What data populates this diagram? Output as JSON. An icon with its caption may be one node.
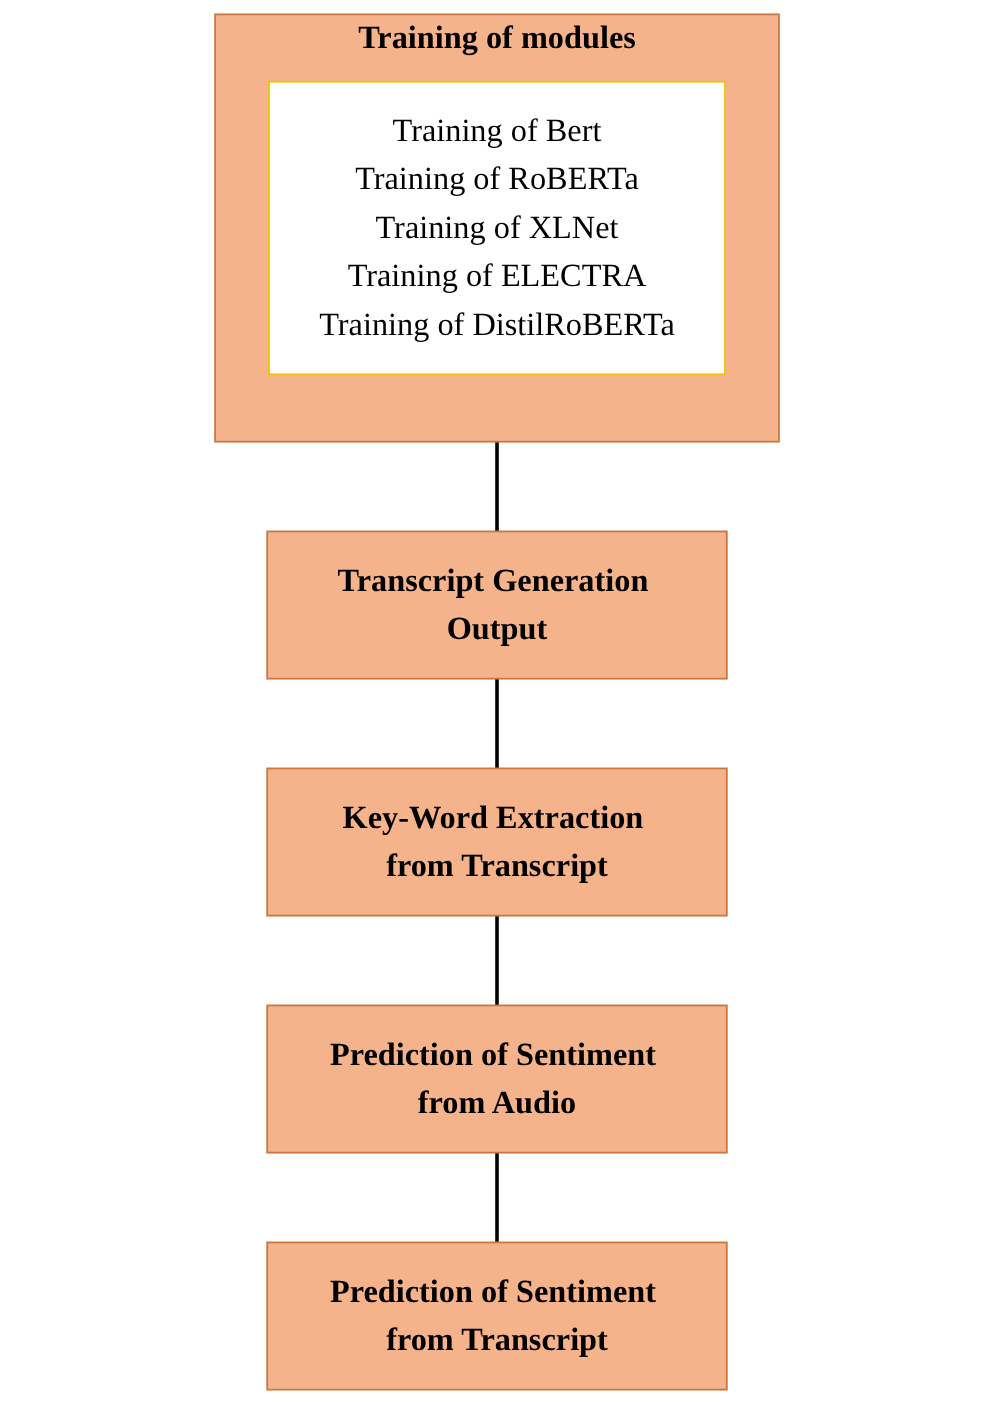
{
  "diagram": {
    "nodes": [
      {
        "text": [
          "Training of modules"
        ]
      },
      {
        "text": [
          "Training of Bert",
          "Training of RoBERTa",
          "Training of XLNet",
          "Training of ELECTRA",
          "Training of DistilRoBERTa"
        ],
        "in": 0
      },
      {
        "text": [
          "Transcript Generation Output"
        ]
      },
      {
        "text": [
          "Key-Word Extraction from Transcript"
        ]
      },
      {
        "text": [
          "Prediction of Sentiment from Audio"
        ]
      },
      {
        "text": [
          "Prediction of Sentiment from Transcript"
        ]
      }
    ],
    "edges": [
      {
        "from": 0,
        "to": 2,
        "arrow": "none"
      },
      {
        "from": 2,
        "to": 3,
        "arrow": "none"
      },
      {
        "from": 3,
        "to": 4,
        "arrow": "none"
      },
      {
        "from": 4,
        "to": 5,
        "arrow": "none"
      }
    ]
  }
}
